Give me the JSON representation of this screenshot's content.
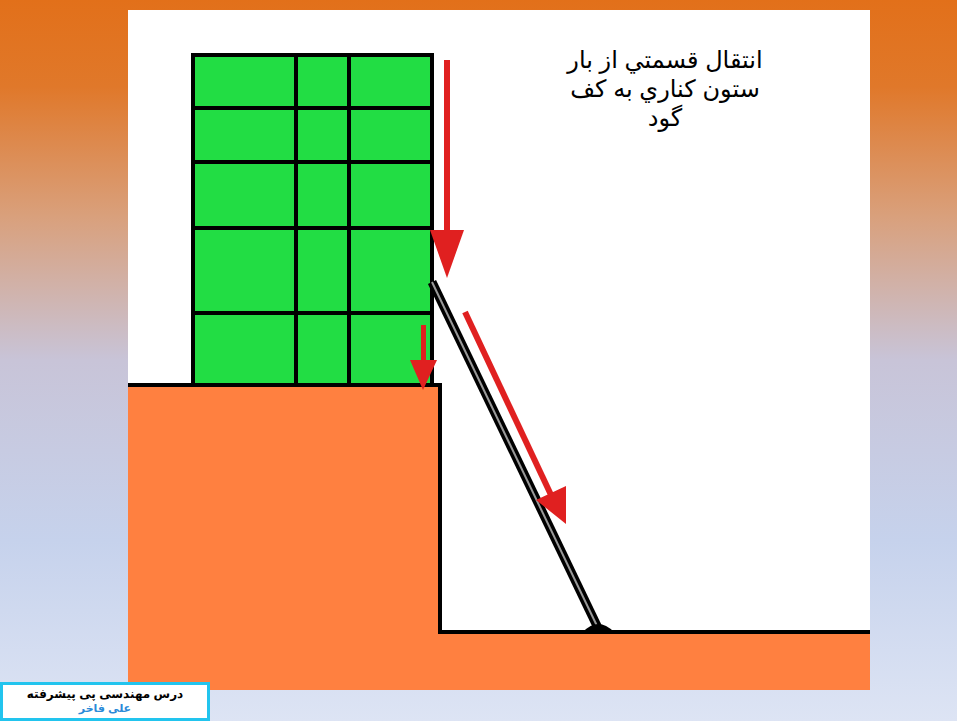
{
  "diagram": {
    "nodes": [
      {
        "text": [
          "درس مهندسی پی پیشرفته",
          "علی فاخر"
        ]
      }
    ],
    "labels": [
      "انتقال قسمتي از بار ستون كناري به كف گود"
    ]
  }
}
